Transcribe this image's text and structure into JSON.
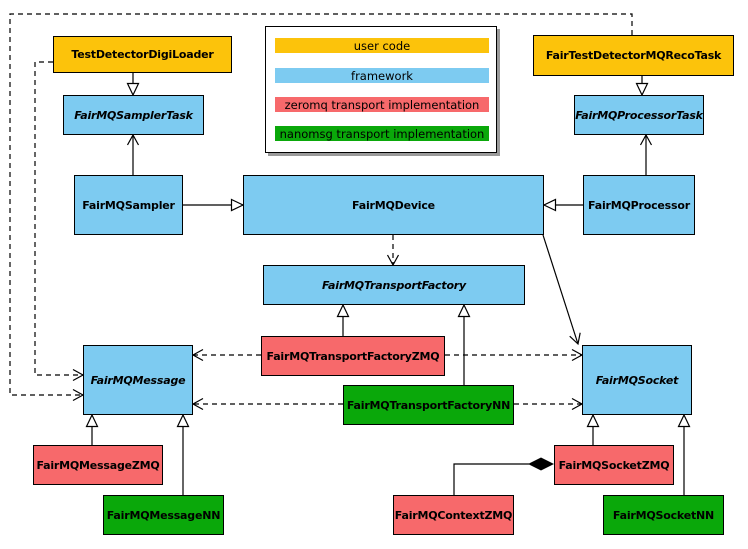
{
  "legend": {
    "items": [
      {
        "label": "user code",
        "color": "#fcc30b"
      },
      {
        "label": "framework",
        "color": "#7dcbf1"
      },
      {
        "label": "zeromq transport implementation",
        "color": "#f7696b"
      },
      {
        "label": "nanomsg transport implementation",
        "color": "#0aa80a"
      }
    ]
  },
  "nodes": {
    "digiloader": {
      "label": "TestDetectorDigiLoader",
      "category": "user code"
    },
    "recotask": {
      "label": "FairTestDetectorMQRecoTask",
      "category": "user code"
    },
    "samplertask": {
      "label": "FairMQSamplerTask",
      "category": "framework",
      "abstract": true
    },
    "processortask": {
      "label": "FairMQProcessorTask",
      "category": "framework",
      "abstract": true
    },
    "sampler": {
      "label": "FairMQSampler",
      "category": "framework"
    },
    "device": {
      "label": "FairMQDevice",
      "category": "framework"
    },
    "processor": {
      "label": "FairMQProcessor",
      "category": "framework"
    },
    "factory": {
      "label": "FairMQTransportFactory",
      "category": "framework",
      "abstract": true
    },
    "factoryzmq": {
      "label": "FairMQTransportFactoryZMQ",
      "category": "zeromq transport implementation"
    },
    "factorynn": {
      "label": "FairMQTransportFactoryNN",
      "category": "nanomsg transport implementation"
    },
    "message": {
      "label": "FairMQMessage",
      "category": "framework",
      "abstract": true
    },
    "socket": {
      "label": "FairMQSocket",
      "category": "framework",
      "abstract": true
    },
    "messagezmq": {
      "label": "FairMQMessageZMQ",
      "category": "zeromq transport implementation"
    },
    "messagenn": {
      "label": "FairMQMessageNN",
      "category": "nanomsg transport implementation"
    },
    "contextzmq": {
      "label": "FairMQContextZMQ",
      "category": "zeromq transport implementation"
    },
    "socketzmq": {
      "label": "FairMQSocketZMQ",
      "category": "zeromq transport implementation"
    },
    "socketnn": {
      "label": "FairMQSocketNN",
      "category": "nanomsg transport implementation"
    }
  },
  "relations": [
    {
      "from": "TestDetectorDigiLoader",
      "to": "FairMQSamplerTask",
      "type": "inheritance"
    },
    {
      "from": "FairTestDetectorMQRecoTask",
      "to": "FairMQProcessorTask",
      "type": "inheritance"
    },
    {
      "from": "FairMQSampler",
      "to": "FairMQDevice",
      "type": "inheritance"
    },
    {
      "from": "FairMQProcessor",
      "to": "FairMQDevice",
      "type": "inheritance"
    },
    {
      "from": "FairMQTransportFactoryZMQ",
      "to": "FairMQTransportFactory",
      "type": "inheritance"
    },
    {
      "from": "FairMQTransportFactoryNN",
      "to": "FairMQTransportFactory",
      "type": "inheritance"
    },
    {
      "from": "FairMQMessageZMQ",
      "to": "FairMQMessage",
      "type": "inheritance"
    },
    {
      "from": "FairMQMessageNN",
      "to": "FairMQMessage",
      "type": "inheritance"
    },
    {
      "from": "FairMQSocketZMQ",
      "to": "FairMQSocket",
      "type": "inheritance"
    },
    {
      "from": "FairMQSocketNN",
      "to": "FairMQSocket",
      "type": "inheritance"
    },
    {
      "from": "FairMQSampler",
      "to": "FairMQSamplerTask",
      "type": "association"
    },
    {
      "from": "FairMQProcessor",
      "to": "FairMQProcessorTask",
      "type": "association"
    },
    {
      "from": "FairMQDevice",
      "to": "FairMQSocket",
      "type": "association"
    },
    {
      "from": "FairMQDevice",
      "to": "FairMQTransportFactory",
      "type": "dependency"
    },
    {
      "from": "FairMQTransportFactoryZMQ",
      "to": "FairMQMessage",
      "type": "dependency"
    },
    {
      "from": "FairMQTransportFactoryZMQ",
      "to": "FairMQSocket",
      "type": "dependency"
    },
    {
      "from": "FairMQTransportFactoryNN",
      "to": "FairMQMessage",
      "type": "dependency"
    },
    {
      "from": "FairMQTransportFactoryNN",
      "to": "FairMQSocket",
      "type": "dependency"
    },
    {
      "from": "TestDetectorDigiLoader",
      "to": "FairMQMessage",
      "type": "dependency"
    },
    {
      "from": "FairTestDetectorMQRecoTask",
      "to": "FairMQMessage",
      "type": "dependency"
    },
    {
      "from": "FairMQContextZMQ",
      "to": "FairMQSocketZMQ",
      "type": "composition"
    }
  ]
}
